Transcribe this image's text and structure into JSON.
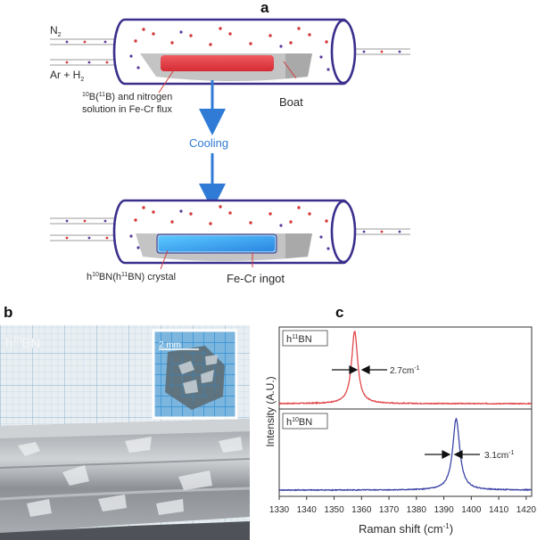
{
  "panel_a": {
    "letter": "a",
    "gas_n2": "N",
    "gas_n2_sub": "2",
    "gas_ar_h2": "Ar + H",
    "gas_ar_h2_sub": "2",
    "solution_line1_sup1": "10",
    "solution_line1_mid": "B(",
    "solution_line1_sup2": "11",
    "solution_line1_end": "B) and nitrogen",
    "solution_line2": "solution in Fe-Cr flux",
    "boat_label": "Boat",
    "cooling_label": "Cooling",
    "crystal_h": "h",
    "crystal_sup1": "10",
    "crystal_mid": "BN(h",
    "crystal_sup2": "11",
    "crystal_end": "BN) crystal",
    "ingot_label": "Fe-Cr  ingot",
    "colors": {
      "tube_stroke": "#3a2f8c",
      "melt": "#e2383f",
      "crystal": "#3aaef0",
      "arrow": "#2f7bd6",
      "dot_red": "#d43a3a",
      "dot_purple": "#5a3c9a"
    }
  },
  "panel_b": {
    "letter": "b",
    "photo_label_h": "h",
    "photo_label_sup": "10",
    "photo_label_end": "BN",
    "inset_scale": "2 mm"
  },
  "panel_c": {
    "letter": "c",
    "ylabel": "Intensity (A.U.)",
    "xlabel": "Raman shift (cm",
    "xlabel_sup": "-1",
    "xlabel_end": ")",
    "top_label_h": "h",
    "top_label_sup": "11",
    "top_label_end": "BN",
    "top_fwhm": "2.7cm",
    "top_fwhm_sup": "-1",
    "bottom_label_h": "h",
    "bottom_label_sup": "10",
    "bottom_label_end": "BN",
    "bottom_fwhm": "3.1cm",
    "bottom_fwhm_sup": "-1"
  },
  "chart_data": [
    {
      "type": "line",
      "title": "",
      "xlabel": "Raman shift (cm-1)",
      "ylabel": "Intensity (A.U.)",
      "xlim": [
        1330,
        1422
      ],
      "xticks": [
        1330,
        1340,
        1350,
        1360,
        1370,
        1380,
        1390,
        1400,
        1410,
        1420
      ],
      "series": [
        {
          "name": "h11BN",
          "color": "#e0474b",
          "peak_center": 1357.5,
          "fwhm": 2.7
        }
      ]
    },
    {
      "type": "line",
      "title": "",
      "xlabel": "Raman shift (cm-1)",
      "ylabel": "Intensity (A.U.)",
      "xlim": [
        1330,
        1422
      ],
      "xticks": [
        1330,
        1340,
        1350,
        1360,
        1370,
        1380,
        1390,
        1400,
        1410,
        1420
      ],
      "series": [
        {
          "name": "h10BN",
          "color": "#3d45a6",
          "peak_center": 1394.5,
          "fwhm": 3.1
        }
      ]
    }
  ]
}
